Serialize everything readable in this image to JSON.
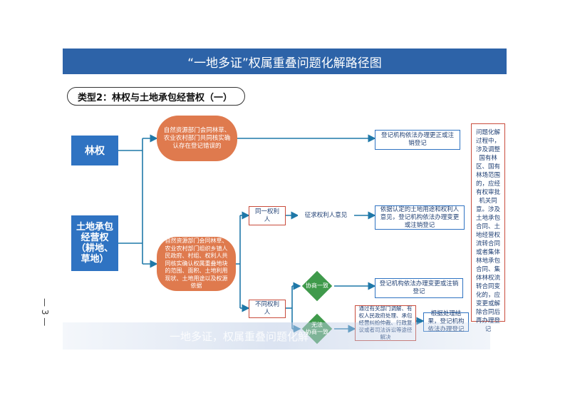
{
  "header": {
    "title": "“一地多证”权属重叠问题化解路径图"
  },
  "type_label": "类型2：林权与土地承包经营权（一）",
  "nodes": {
    "forest_right": "林权",
    "land_contract_l1": "土地承包",
    "land_contract_l2": "经营权",
    "land_contract_l3": "（耕地、",
    "land_contract_l4": "草地）",
    "top_orange": "自然资源部门会同林草、农业农村部门共同核实确认存在登记错误的",
    "mid_orange": "自然资源部门会同林草、农业农村部门组织乡镇人民政府、村组、权利人共同核实确认权属重叠地块的范围、面积、土地利用现状、土地用途以及权源依据",
    "same_owner": "同一权利人",
    "seek_opinion": "征求权利人意见",
    "diff_owner": "不同权利人",
    "agree_diamond": "协商一致",
    "disagree_diamond_l1": "无法",
    "disagree_diamond_l2": "协商一致",
    "dispute_box": "通过有关部门调解、有权人民政府处理、承包经营纠纷仲裁、行政复议或者司法诉讼等途径解决",
    "result_1": "登记机构依法办理更正或注销登记",
    "result_2": "依据认定的土地用途和权利人意见，登记机构依法办理变更或注销登记",
    "result_3": "登记机构依法办理变更或注销登记",
    "result_4": "根据处理结果，登记机构依法办理登记"
  },
  "side_note": "问题化解过程中，涉及调整国有林区、国有林场范围的，应经有权审批机关同意。涉及土地承包合同、土地经营权流转合同或者集体林地承包合同、集体林权流转合同变化的，应变更或解除合同后再办理登记",
  "page_number": "— 3 —",
  "watermark": "一地多证，权属重叠问题化解",
  "colors": {
    "header_blue": "#2d63a8",
    "node_blue": "#2f73c2",
    "orange": "#df7a4e",
    "green": "#3f9a4b",
    "red_border": "#c94c3c",
    "connector": "#1f78a8"
  }
}
